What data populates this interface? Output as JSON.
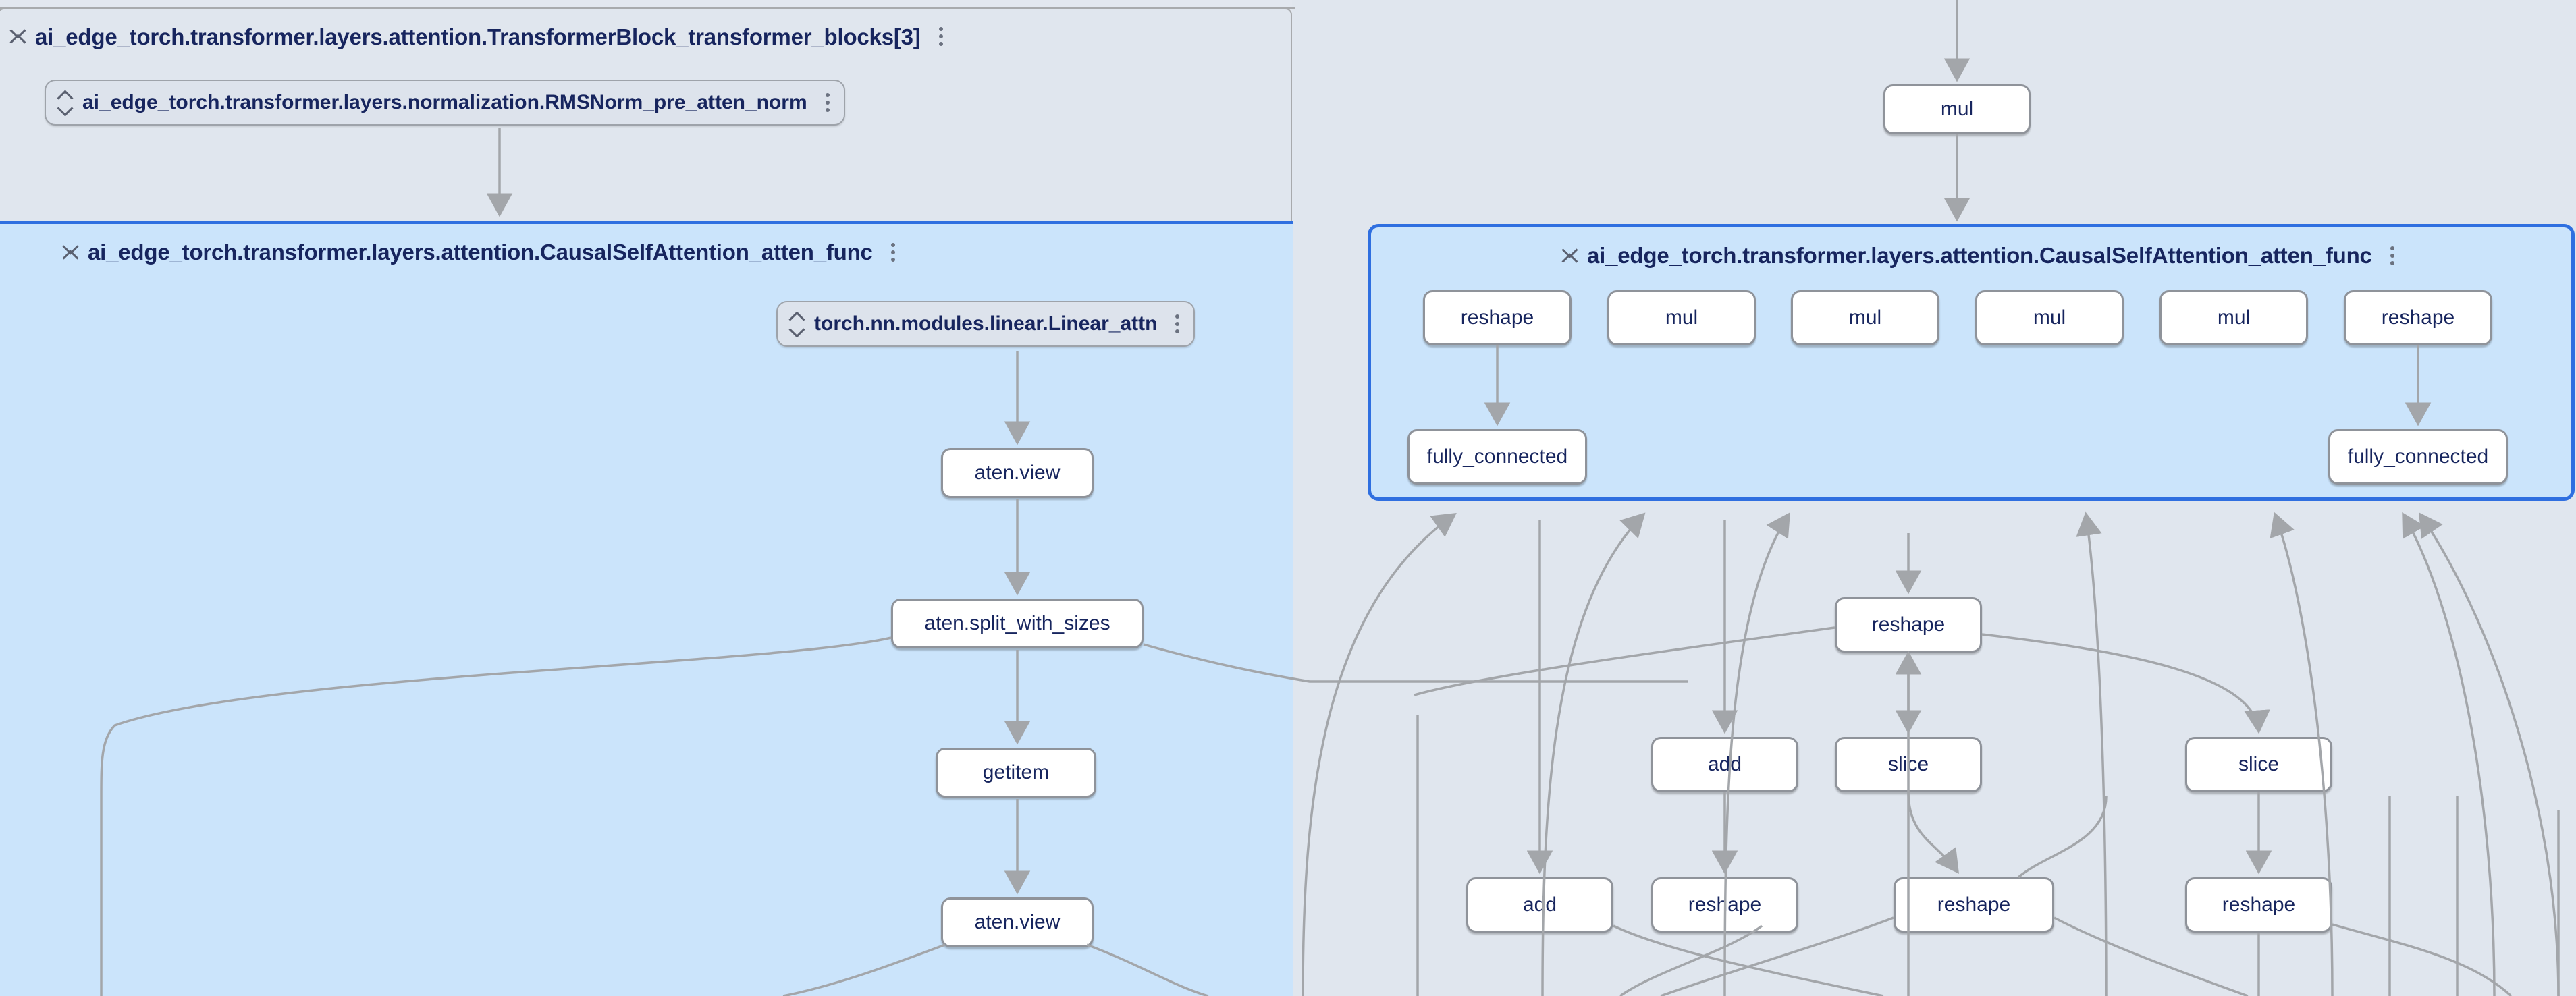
{
  "app": {
    "canvas_background": "#e2e7ef",
    "panel_background": "#e0e6ee",
    "selected_group_background": "#cbe4fb",
    "selected_group_border": "#2f6fe0",
    "node_background": "#ffffff",
    "node_border": "#8f939a",
    "edge_color": "#a3a6aa",
    "text_color": "#17255e"
  },
  "left_panel": {
    "group_title": "ai_edge_torch.transformer.layers.attention.TransformerBlock_transformer_blocks[3]",
    "collapse_icon": "double-chevron-collapse-icon",
    "menu_icon": "kebab-menu-icon",
    "child_module": {
      "label": "ai_edge_torch.transformer.layers.normalization.RMSNorm_pre_atten_norm",
      "expand_icon": "double-chevron-expand-icon",
      "menu_icon": "kebab-menu-icon"
    },
    "selected_group": {
      "title": "ai_edge_torch.transformer.layers.attention.CausalSelfAttention_atten_func",
      "collapse_icon": "double-chevron-collapse-icon",
      "menu_icon": "kebab-menu-icon",
      "child_module": {
        "label": "torch.nn.modules.linear.Linear_attn",
        "expand_icon": "double-chevron-expand-icon",
        "menu_icon": "kebab-menu-icon"
      },
      "nodes": [
        {
          "id": "l-view-1",
          "label": "aten.view"
        },
        {
          "id": "l-split",
          "label": "aten.split_with_sizes"
        },
        {
          "id": "l-getitem",
          "label": "getitem"
        },
        {
          "id": "l-view-2",
          "label": "aten.view"
        }
      ]
    }
  },
  "right_panel": {
    "top_node": {
      "id": "r-mul-top",
      "label": "mul"
    },
    "selected_group": {
      "title": "ai_edge_torch.transformer.layers.attention.CausalSelfAttention_atten_func",
      "collapse_icon": "double-chevron-collapse-icon",
      "menu_icon": "kebab-menu-icon",
      "row_nodes": [
        {
          "id": "r-reshape-1",
          "label": "reshape"
        },
        {
          "id": "r-mul-1",
          "label": "mul"
        },
        {
          "id": "r-mul-2",
          "label": "mul"
        },
        {
          "id": "r-mul-3",
          "label": "mul"
        },
        {
          "id": "r-mul-4",
          "label": "mul"
        },
        {
          "id": "r-reshape-2",
          "label": "reshape"
        }
      ],
      "second_row_nodes": [
        {
          "id": "r-fc-1",
          "label": "fully_connected"
        },
        {
          "id": "r-fc-2",
          "label": "fully_connected"
        }
      ]
    },
    "below_nodes": [
      {
        "id": "b-reshape-top",
        "label": "reshape"
      },
      {
        "id": "b-add-1",
        "label": "add"
      },
      {
        "id": "b-slice-1",
        "label": "slice"
      },
      {
        "id": "b-slice-2",
        "label": "slice"
      },
      {
        "id": "b-add-2",
        "label": "add"
      },
      {
        "id": "b-reshape-1",
        "label": "reshape"
      },
      {
        "id": "b-reshape-2",
        "label": "reshape"
      },
      {
        "id": "b-reshape-3",
        "label": "reshape"
      }
    ]
  }
}
